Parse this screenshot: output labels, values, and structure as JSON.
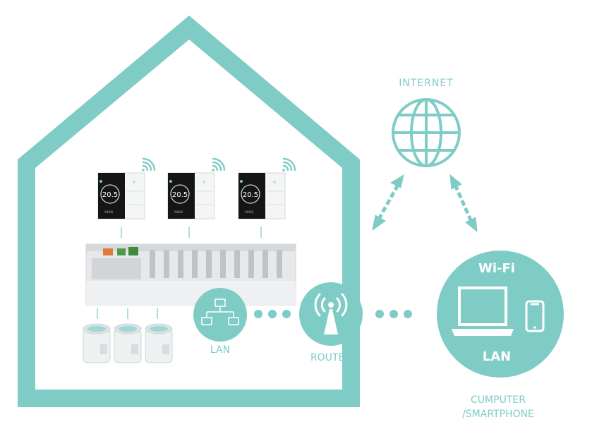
{
  "colors": {
    "teal": "#7fccc6",
    "white": "#ffffff",
    "thermostat_screen": "#151515",
    "manifold": "#e6e8ea",
    "actuator": "#eef1f2"
  },
  "labels": {
    "internet": "INTERNET",
    "lan_left": "LAN",
    "router": "ROUTER",
    "wifi": "Wi-Fi",
    "lan_right": "LAN",
    "cumputer": "CUMPUTER",
    "smartphone": "/SMARTPHONE"
  },
  "thermostats": [
    {
      "temperature": "20.5",
      "brand": "AXIUS"
    },
    {
      "temperature": "20.5",
      "brand": "AXIUS"
    },
    {
      "temperature": "20.5",
      "brand": "AXIUS"
    }
  ],
  "icons": {
    "house": "house-outline-icon",
    "globe": "globe-icon",
    "network": "network-switch-icon",
    "router": "router-antenna-icon",
    "laptop": "laptop-icon",
    "phone": "smartphone-icon",
    "wireless": "wifi-signal-icon",
    "arrow": "double-arrow-icon"
  }
}
